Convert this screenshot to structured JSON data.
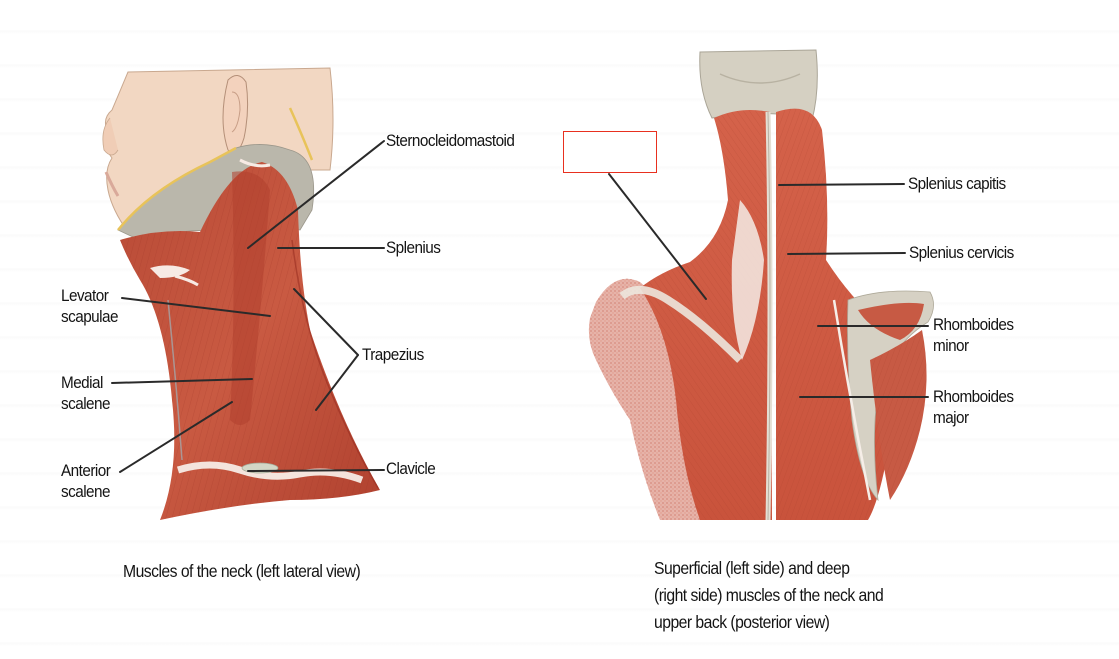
{
  "left_figure": {
    "caption": "Muscles of the neck (left lateral view)",
    "labels": {
      "sternocleidomastoid": "Sternocleidomastoid",
      "splenius": "Splenius",
      "levator_scapulae": "Levator\nscapulae",
      "trapezius": "Trapezius",
      "medial_scalene": "Medial\nscalene",
      "anterior_scalene": "Anterior\nscalene",
      "clavicle": "Clavicle"
    }
  },
  "right_figure": {
    "caption": "Superficial (left side) and deep\n(right side) muscles of the neck and\nupper back (posterior view)",
    "labels": {
      "blank_answer": "",
      "splenius_capitis": "Splenius capitis",
      "splenius_cervicis": "Splenius cervicis",
      "rhomboides_minor": "Rhomboides\nminor",
      "rhomboides_major": "Rhomboides\nmajor"
    }
  },
  "colors": {
    "muscle": "#c8553f",
    "muscle_dark": "#a83a2a",
    "muscle_light": "#e08a72",
    "skin": "#f2d7c2",
    "bone": "#d5d0c2",
    "fascia": "#b9b6aa",
    "fat": "#e8c35a",
    "leader_line": "#2a2a2a",
    "answer_box_border": "#e8301f",
    "text": "#141414"
  }
}
